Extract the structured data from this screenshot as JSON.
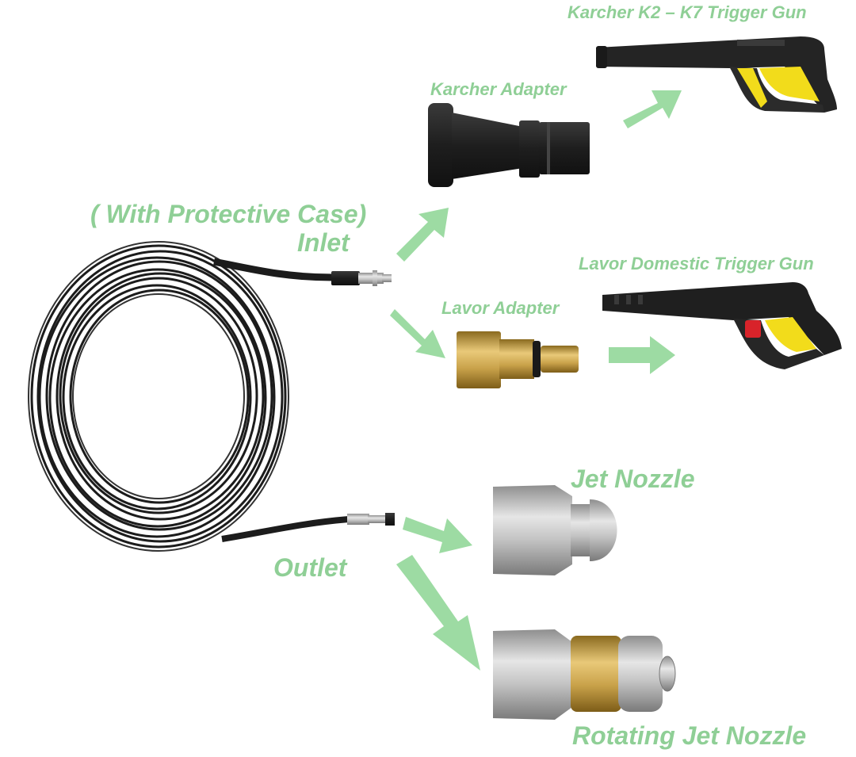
{
  "labels": {
    "karcher_gun": "Karcher K2 – K7 Trigger Gun",
    "karcher_adapter": "Karcher Adapter",
    "protective_case": "( With Protective Case)",
    "inlet": "Inlet",
    "lavor_gun": "Lavor Domestic Trigger Gun",
    "lavor_adapter": "Lavor Adapter",
    "jet_nozzle": "Jet Nozzle",
    "outlet": "Outlet",
    "rotating_nozzle": "Rotating Jet Nozzle"
  },
  "colors": {
    "label_green": "#8fcf96",
    "arrow_green": "#9ddba3",
    "hose_black": "#1c1c1c",
    "gun_yellow": "#f2dc1b",
    "brass": "#c9a24a",
    "steel": "#b8b8b8"
  }
}
